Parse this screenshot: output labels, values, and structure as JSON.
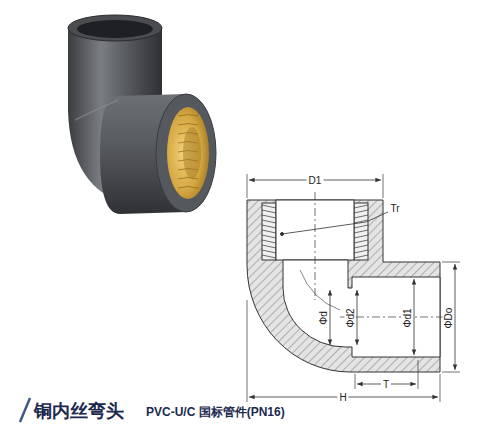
{
  "diagram": {
    "title": "铜内丝弯头",
    "caption": "PVC-U/C 国标管件(PN16)",
    "labels": [
      "D1",
      "Tr",
      "Φd",
      "Φd2",
      "Φd1",
      "ΦDo",
      "T",
      "H"
    ]
  }
}
